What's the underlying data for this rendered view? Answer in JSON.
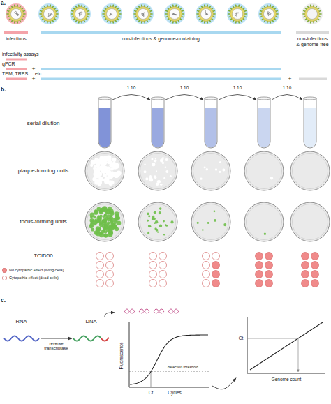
{
  "diagram": {
    "nodes": [
      {
        "text": [
          "infectious"
        ]
      },
      {
        "text": [
          "non-infectious & genome-containing"
        ]
      },
      {
        "text": [
          "non-infectious & genome-free"
        ]
      },
      {
        "text": [
          "RNA"
        ]
      },
      {
        "text": [
          "DNA"
        ]
      },
      {
        "text": [
          "Fluorescence",
          "Cycles",
          "detection threshold",
          "Ct"
        ]
      },
      {
        "text": [
          "Ct",
          "Genome count"
        ]
      }
    ],
    "edges": [
      {
        "from": 3,
        "to": 4,
        "label": "reverse transcriptase",
        "arrow": "to"
      },
      {
        "from": 4,
        "to": 5,
        "arrow": "to"
      },
      {
        "from": 5,
        "to": 6,
        "arrow": "to"
      }
    ],
    "labels": [
      "a.",
      "infectivity assays",
      "qPCR",
      "+",
      "TEM, TRPS ... etc.",
      "+",
      "+",
      "b.",
      "1:10",
      "1:10",
      "1:10",
      "1:10",
      "serial dilution",
      "plaque-forming units",
      "focus-forming units",
      "TCID50",
      "c.",
      "..."
    ],
    "legend": [
      {
        "text": "No cytopathic effect (living cells)",
        "color": "#f08a8a"
      },
      {
        "text": "Cytopathic effect (dead cells)",
        "color": "#ffffff"
      }
    ]
  }
}
